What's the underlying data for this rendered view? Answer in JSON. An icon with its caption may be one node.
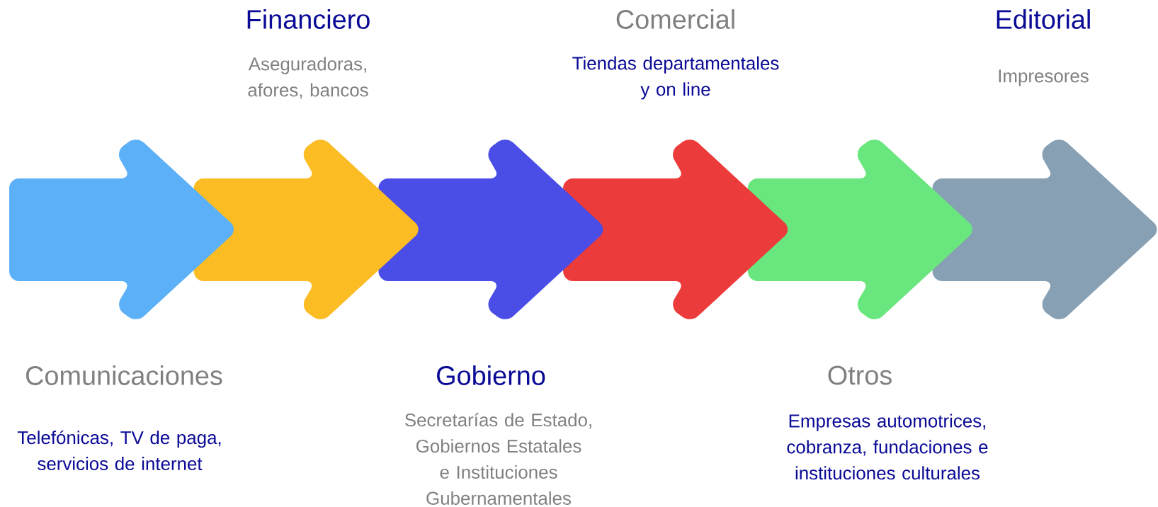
{
  "diagram": {
    "nodes": [
      {
        "text": [
          "Comunicaciones",
          "Telefónicas, TV de paga, servicios de internet"
        ]
      },
      {
        "text": [
          "Financiero",
          "Aseguradoras, afores, bancos"
        ]
      },
      {
        "text": [
          "Gobierno",
          "Secretarías de Estado, Gobiernos Estatales e Instituciones Gubernamentales"
        ]
      },
      {
        "text": [
          "Comercial",
          "Tiendas departamentales y on line"
        ]
      },
      {
        "text": [
          "Otros",
          "Empresas automotrices, cobranza, fundaciones e instituciones culturales"
        ]
      },
      {
        "text": [
          "Editorial",
          "Impresores"
        ]
      }
    ]
  }
}
